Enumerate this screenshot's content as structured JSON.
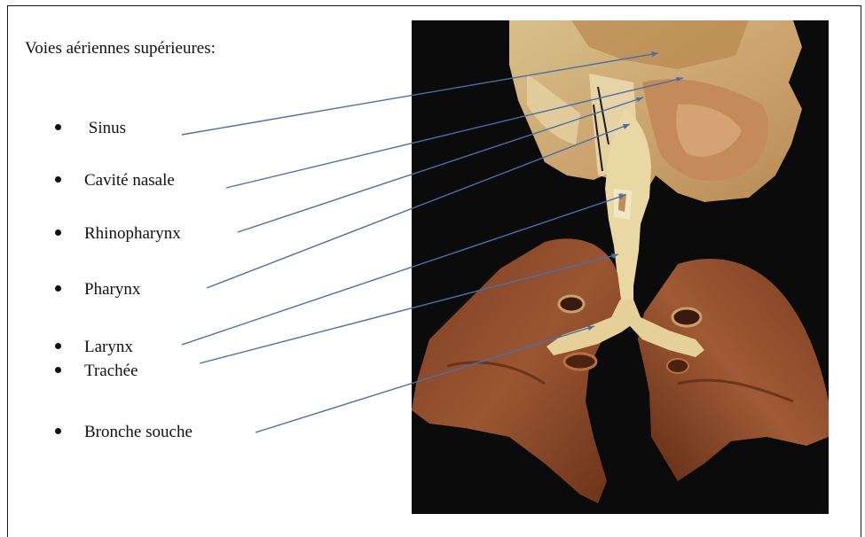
{
  "title": "Voies aériennes supérieures:",
  "items": [
    {
      "label": " Sinus"
    },
    {
      "label": "Cavité nasale"
    },
    {
      "label": "Rhinopharynx"
    },
    {
      "label": "Pharynx"
    },
    {
      "label": "Larynx"
    },
    {
      "label": "Trachée"
    },
    {
      "label": "Bronche souche"
    }
  ],
  "colors": {
    "pointer": "#4a6ea8",
    "background_photo": "#0b0b0b",
    "lung": "#8a4a2a",
    "airway": "#e2cf9a"
  }
}
